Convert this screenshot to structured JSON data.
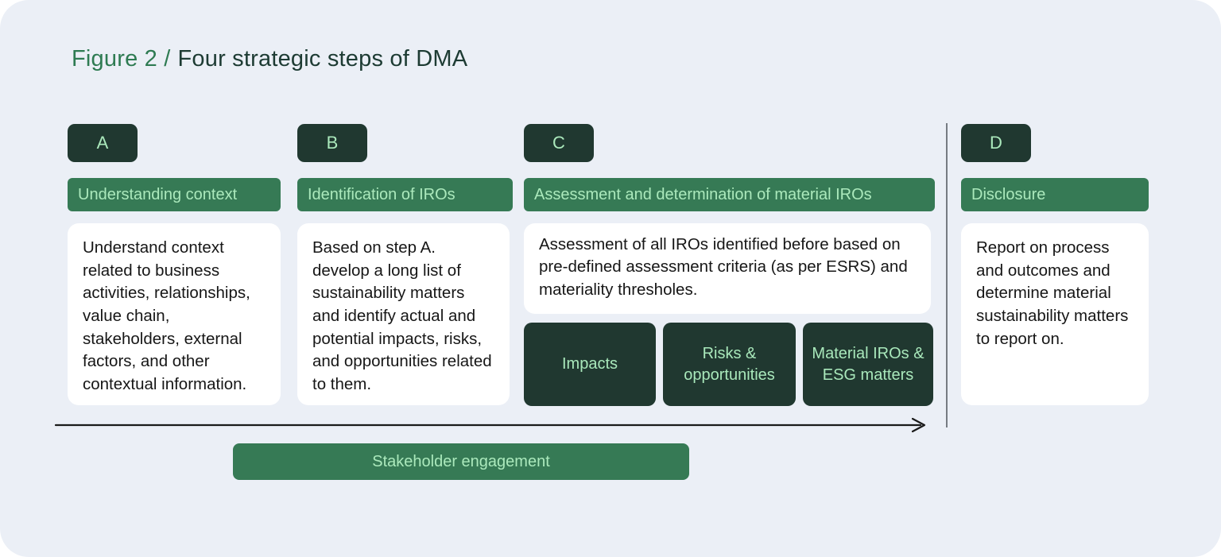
{
  "title": {
    "prefix": "Figure 2 /",
    "main": "Four strategic steps of DMA"
  },
  "columns": [
    {
      "badge": "A",
      "header": "Understanding context",
      "body": "Understand context related to business activities, relationships, value chain, stakeholders, external factors, and other contextual information."
    },
    {
      "badge": "B",
      "header": "Identification of IROs",
      "body": "Based on step A. develop a long list of sustainability matters and identify actual and potential impacts, risks, and opportunities related to them."
    },
    {
      "badge": "C",
      "header": "Assessment and determination of material IROs",
      "body": "Assessment of all IROs identified before based on pre-defined assessment criteria (as per ESRS) and materiality thresholes.",
      "sub_boxes": [
        "Impacts",
        "Risks & opportunities",
        "Material IROs & ESG matters"
      ]
    },
    {
      "badge": "D",
      "header": "Disclosure",
      "body": "Report on process and outcomes and determine material sustainability matters to report on."
    }
  ],
  "footer": {
    "stakeholder_label": "Stakeholder engagement"
  },
  "colors": {
    "panel_background": "#ebeff6",
    "dark_green": "#203830",
    "medium_green": "#367a55",
    "light_green_text": "#abe9bc",
    "title_green": "#2e7b52",
    "title_dark": "#1d3b33",
    "card_background": "#ffffff",
    "divider_gray": "#767b82",
    "arrow_black": "#1a1a1a"
  }
}
